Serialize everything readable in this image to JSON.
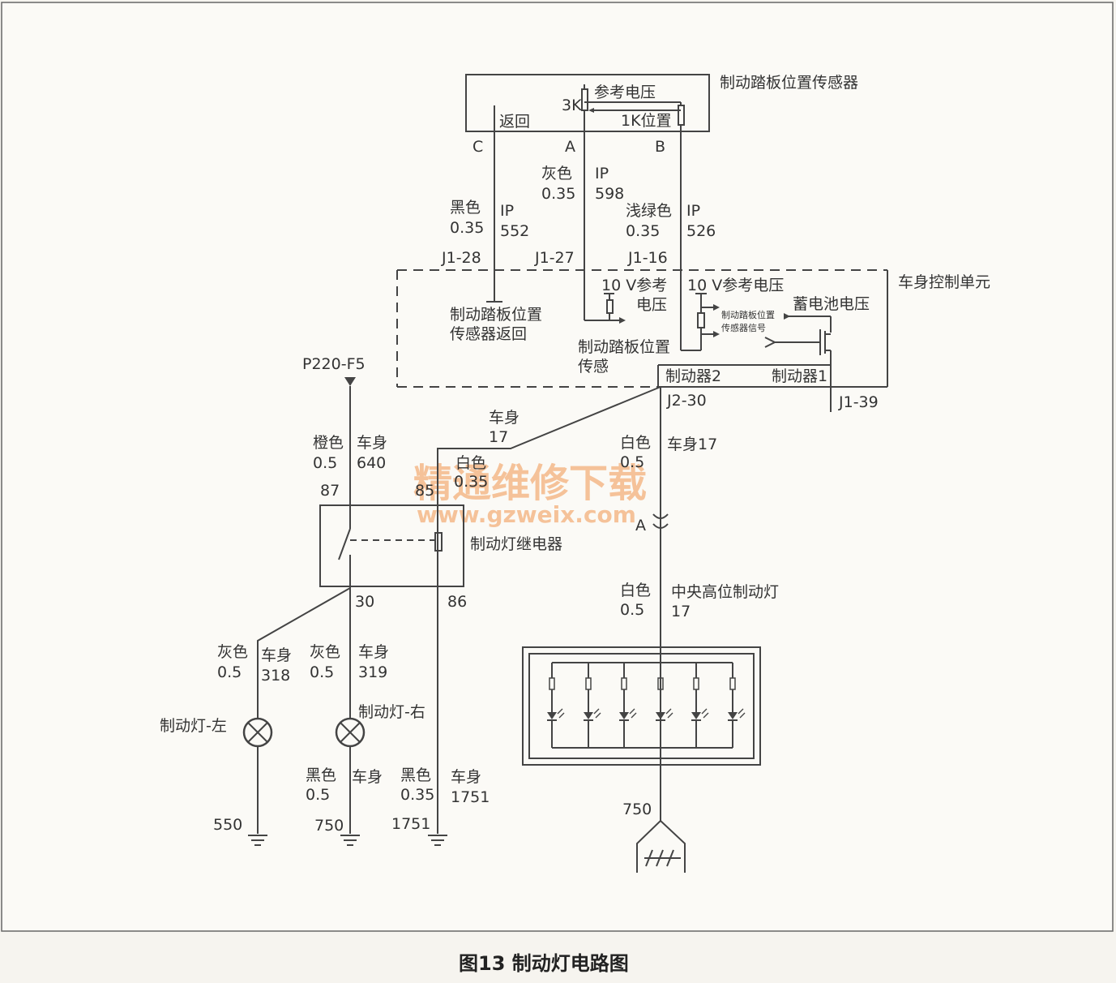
{
  "caption": "图13  制动灯电路图",
  "watermark": {
    "line1": "精通维修下载",
    "line2": "www.gzweix.com"
  },
  "sensor": {
    "name": "制动踏板位置传感器",
    "ref_voltage": "参考电压",
    "r3k": "3K",
    "r1k": "1K位置",
    "return": "返回",
    "pin_c": "C",
    "pin_a": "A",
    "pin_b": "B"
  },
  "wires": {
    "w552": {
      "color": "黑色",
      "size": "0.35",
      "circuit": "IP",
      "num": "552"
    },
    "w598": {
      "color": "灰色",
      "size": "0.35",
      "circuit": "IP",
      "num": "598"
    },
    "w526": {
      "color": "浅绿色",
      "size": "0.35",
      "circuit": "IP",
      "num": "526"
    },
    "w640": {
      "color": "橙色",
      "size": "0.5",
      "circuit": "车身",
      "num": "640"
    },
    "w17a": {
      "circuit": "车身",
      "num": "17",
      "color": "白色",
      "size": "0.35"
    },
    "w17b": {
      "color": "白色",
      "size": "0.5",
      "circuit": "车身17"
    },
    "w17c": {
      "color": "白色",
      "size": "0.5",
      "name": "中央高位制动灯",
      "num": "17"
    },
    "w318": {
      "color": "灰色",
      "size": "0.5",
      "circuit": "车身",
      "num": "318"
    },
    "w319": {
      "color": "灰色",
      "size": "0.5",
      "circuit": "车身",
      "num": "319"
    },
    "w750": {
      "color": "黑色",
      "size": "0.5",
      "circuit": "车身"
    },
    "w1751": {
      "color": "黑色",
      "size": "0.35",
      "circuit": "车身",
      "num": "1751"
    }
  },
  "bcm": {
    "name": "车身控制单元",
    "j128": "J1-28",
    "j127": "J1-27",
    "j116": "J1-16",
    "ret_l1": "制动踏板位置",
    "ret_l2": "传感器返回",
    "ref10a_l1": "10 V参考",
    "ref10a_l2": "电压",
    "pos_l1": "制动踏板位置",
    "pos_l2": "传感",
    "ref10b": "10 V参考电压",
    "sig_l1": "制动踏板位置",
    "sig_l2": "传感器信号",
    "batt": "蓄电池电压",
    "brake2": "制动器2",
    "brake1": "制动器1",
    "j230": "J2-30",
    "j139": "J1-39"
  },
  "relay": {
    "name": "制动灯继电器",
    "p87": "87",
    "p85": "85",
    "p30": "30",
    "p86": "86"
  },
  "fuse": "P220-F5",
  "lamps": {
    "left": "制动灯-左",
    "right": "制动灯-右"
  },
  "grounds": {
    "g550": "550",
    "g750": "750",
    "g1751": "1751",
    "g750b": "750"
  },
  "connector_a": "A"
}
